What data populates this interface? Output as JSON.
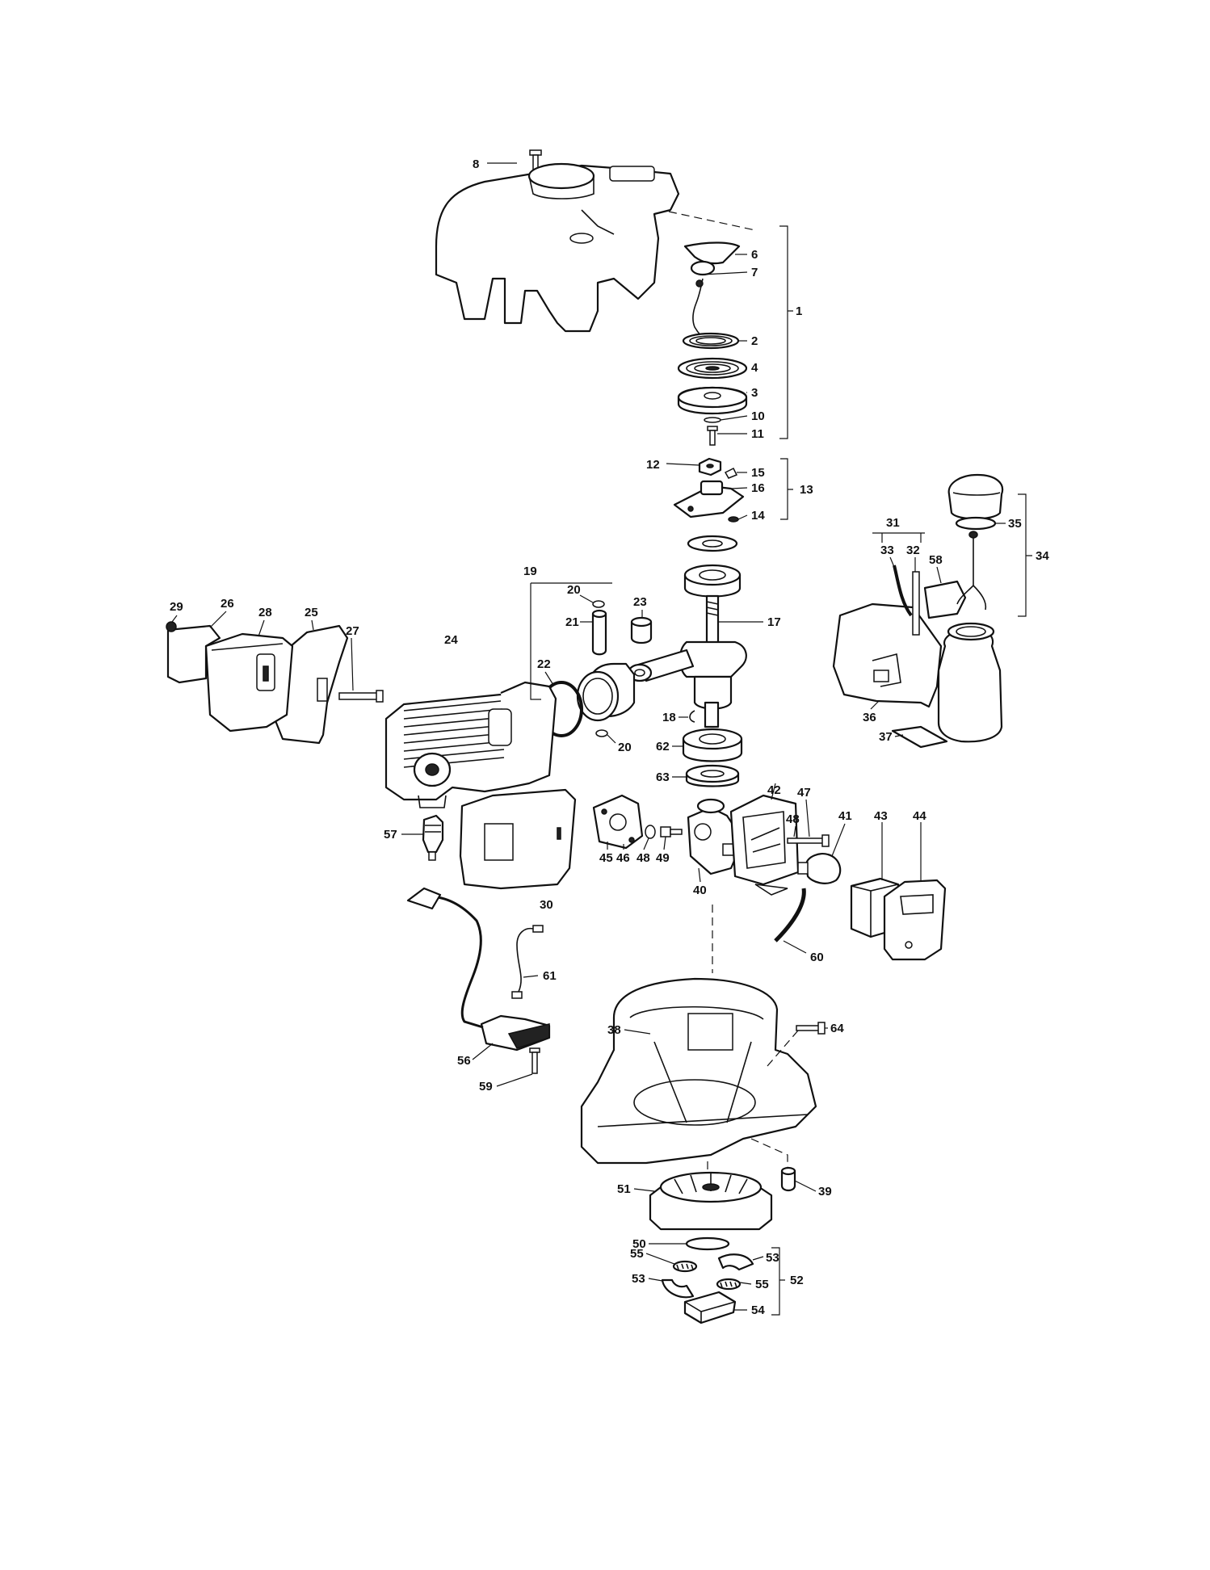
{
  "diagram": {
    "callouts": [
      {
        "id": "p8",
        "text": "8"
      },
      {
        "id": "p6",
        "text": "6"
      },
      {
        "id": "p7",
        "text": "7"
      },
      {
        "id": "p1",
        "text": "1"
      },
      {
        "id": "p2",
        "text": "2"
      },
      {
        "id": "p4",
        "text": "4"
      },
      {
        "id": "p3",
        "text": "3"
      },
      {
        "id": "p10",
        "text": "10"
      },
      {
        "id": "p11",
        "text": "11"
      },
      {
        "id": "p12",
        "text": "12"
      },
      {
        "id": "p15",
        "text": "15"
      },
      {
        "id": "p16",
        "text": "16"
      },
      {
        "id": "p13",
        "text": "13"
      },
      {
        "id": "p14",
        "text": "14"
      },
      {
        "id": "p31",
        "text": "31"
      },
      {
        "id": "p33",
        "text": "33"
      },
      {
        "id": "p32",
        "text": "32"
      },
      {
        "id": "p58",
        "text": "58"
      },
      {
        "id": "p35",
        "text": "35"
      },
      {
        "id": "p34",
        "text": "34"
      },
      {
        "id": "p19",
        "text": "19"
      },
      {
        "id": "p20a",
        "text": "20"
      },
      {
        "id": "p23",
        "text": "23"
      },
      {
        "id": "p21",
        "text": "21"
      },
      {
        "id": "p17",
        "text": "17"
      },
      {
        "id": "p29",
        "text": "29"
      },
      {
        "id": "p26",
        "text": "26"
      },
      {
        "id": "p28",
        "text": "28"
      },
      {
        "id": "p25",
        "text": "25"
      },
      {
        "id": "p27",
        "text": "27"
      },
      {
        "id": "p24",
        "text": "24"
      },
      {
        "id": "p22",
        "text": "22"
      },
      {
        "id": "p18",
        "text": "18"
      },
      {
        "id": "p20b",
        "text": "20"
      },
      {
        "id": "p62",
        "text": "62"
      },
      {
        "id": "p36",
        "text": "36"
      },
      {
        "id": "p37",
        "text": "37"
      },
      {
        "id": "p63",
        "text": "63"
      },
      {
        "id": "p42",
        "text": "42"
      },
      {
        "id": "p47",
        "text": "47"
      },
      {
        "id": "p48a",
        "text": "48"
      },
      {
        "id": "p41",
        "text": "41"
      },
      {
        "id": "p43",
        "text": "43"
      },
      {
        "id": "p44",
        "text": "44"
      },
      {
        "id": "p57",
        "text": "57"
      },
      {
        "id": "p45",
        "text": "45"
      },
      {
        "id": "p46",
        "text": "46"
      },
      {
        "id": "p48b",
        "text": "48"
      },
      {
        "id": "p49",
        "text": "49"
      },
      {
        "id": "p40",
        "text": "40"
      },
      {
        "id": "p30",
        "text": "30"
      },
      {
        "id": "p60",
        "text": "60"
      },
      {
        "id": "p61",
        "text": "61"
      },
      {
        "id": "p38",
        "text": "38"
      },
      {
        "id": "p64",
        "text": "64"
      },
      {
        "id": "p56",
        "text": "56"
      },
      {
        "id": "p59",
        "text": "59"
      },
      {
        "id": "p51",
        "text": "51"
      },
      {
        "id": "p39",
        "text": "39"
      },
      {
        "id": "p50",
        "text": "50"
      },
      {
        "id": "p53a",
        "text": "53"
      },
      {
        "id": "p55a",
        "text": "55"
      },
      {
        "id": "p52",
        "text": "52"
      },
      {
        "id": "p53b",
        "text": "53"
      },
      {
        "id": "p55b",
        "text": "55"
      },
      {
        "id": "p54",
        "text": "54"
      }
    ]
  }
}
